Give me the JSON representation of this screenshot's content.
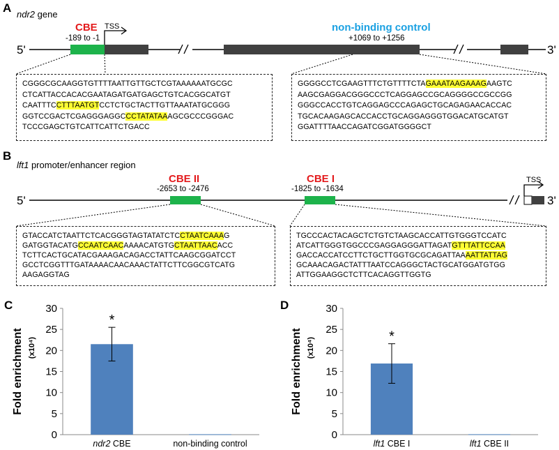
{
  "panelA": {
    "letter": "A",
    "gene_italic": "ndr2",
    "gene_rest": " gene",
    "five_prime": "5'",
    "three_prime": "3'",
    "cbe_label": "CBE",
    "cbe_coord": "-189 to -1",
    "tss": "TSS",
    "control_label": "non-binding control",
    "control_coord": "+1069 to +1256",
    "seq_left": [
      [
        {
          "t": "CGGGCGCAAGGTGTTTTAATTGTTGCTCGTAAAAAATGCGC"
        }
      ],
      [
        {
          "t": "CTCATTACCACACGAATAGATGATGAGCTGTCACGGCATGT"
        }
      ],
      [
        {
          "t": "CAATTTC"
        },
        {
          "t": "CTTTAATGT",
          "h": true
        },
        {
          "t": "CCTCTGCTACTTGTTAAATATGCGGG"
        }
      ],
      [
        {
          "t": "GGTCCGACTCGAGGGAGGC"
        },
        {
          "t": "CCTATATAA",
          "h": true
        },
        {
          "t": "AGCGCCCGGGAC"
        }
      ],
      [
        {
          "t": "TCCCGAGCTGTCATTCATTCTGACC"
        }
      ]
    ],
    "seq_right": [
      [
        {
          "t": "GGGGCCTCGAAGTTTCTGTTTTCTA"
        },
        {
          "t": "GAAATAAGAAAG",
          "h": true
        },
        {
          "t": "AAGTC"
        }
      ],
      [
        {
          "t": "AAGCGAGGACGGGCCCTCAGGAGCCGCAGGGGCCGCCGG"
        }
      ],
      [
        {
          "t": "GGGCCACCTGTCAGGAGCCCAGAGCTGCAGAGAACACCAC"
        }
      ],
      [
        {
          "t": "TGCACAAGAGCACCACCTGCAGGAGGGTGGACATGCATGT"
        }
      ],
      [
        {
          "t": "GGATTTTAACCAGATCGGATGGGGCT"
        }
      ]
    ]
  },
  "panelB": {
    "letter": "B",
    "gene_italic": "lft1",
    "gene_rest": " promoter/enhancer region",
    "five_prime": "5'",
    "three_prime": "3'",
    "cbe2_label": "CBE II",
    "cbe2_coord": "-2653 to -2476",
    "cbe1_label": "CBE I",
    "cbe1_coord": "-1825 to -1634",
    "tss": "TSS",
    "seq_left": [
      [
        {
          "t": "GTACCATCTAATTCTCACGGGTAGTATATCTC"
        },
        {
          "t": "CTAATCAAA",
          "h": true
        },
        {
          "t": "G"
        }
      ],
      [
        {
          "t": "GATGGTACATG"
        },
        {
          "t": "CCAATCAAC",
          "h": true
        },
        {
          "t": "AAAACATGTG"
        },
        {
          "t": "CTAATTAAC",
          "h": true
        },
        {
          "t": "ACC"
        }
      ],
      [
        {
          "t": "TCTTCACTGCATACGAAAGACAGACCTATTCAAGCGGATCCT"
        }
      ],
      [
        {
          "t": "GCCTCGGTTTGATAAAACAACAAACTATTCTTCGGCGTCATG"
        }
      ],
      [
        {
          "t": "AAGAGGTAG"
        }
      ]
    ],
    "seq_right": [
      [
        {
          "t": "TGCCCACTACAGCTCTGTCTAAGCACCATTGTGGGTCCATC"
        }
      ],
      [
        {
          "t": "ATCATTGGGTGGCCCGAGGAGGGATTAGAT"
        },
        {
          "t": "GTTTATTCCAA",
          "h": true
        }
      ],
      [
        {
          "t": "GACCACCATCCTTCTGCTTGGTGCGCAGATTAA"
        },
        {
          "t": "AATTATTAG",
          "h": true
        }
      ],
      [
        {
          "t": "GCAAACAGACTATTTAATCCAGGGCTACTGCATGGATGTGG"
        }
      ],
      [
        {
          "t": "ATTGGAAGGCTCTTCACAGGTTGGTG"
        }
      ]
    ]
  },
  "chart_data": [
    {
      "type": "bar",
      "panel": "C",
      "categories": [
        {
          "italic": "ndr2",
          "rest": " CBE"
        },
        {
          "italic": "",
          "rest": "non-binding control"
        }
      ],
      "values": [
        21.5,
        0.1
      ],
      "error": [
        4.0,
        0.0
      ],
      "significance": [
        "*",
        ""
      ],
      "ylabel": "Fold enrichment",
      "ylabel_unit": "(x10⁴)",
      "ylim": [
        0,
        30
      ],
      "yticks": [
        "0",
        "5",
        "10",
        "15",
        "20",
        "25",
        "30"
      ],
      "bar_color": "#4f81bd"
    },
    {
      "type": "bar",
      "panel": "D",
      "categories": [
        {
          "italic": "lft1",
          "rest": " CBE I"
        },
        {
          "italic": "lft1",
          "rest": " CBE II"
        }
      ],
      "values": [
        16.9,
        0.1
      ],
      "error": [
        4.7,
        0.0
      ],
      "significance": [
        "*",
        ""
      ],
      "ylabel": "Fold enrichment",
      "ylabel_unit": "(x10⁴)",
      "ylim": [
        0,
        30
      ],
      "yticks": [
        "0",
        "5",
        "10",
        "15",
        "20",
        "25",
        "30"
      ],
      "bar_color": "#4f81bd"
    }
  ],
  "colors": {
    "cbe_green": "#1db34b",
    "exon_dark": "#404040",
    "label_red": "#e31a1c",
    "label_blue": "#1ba1e2",
    "highlight": "#ffff33"
  }
}
